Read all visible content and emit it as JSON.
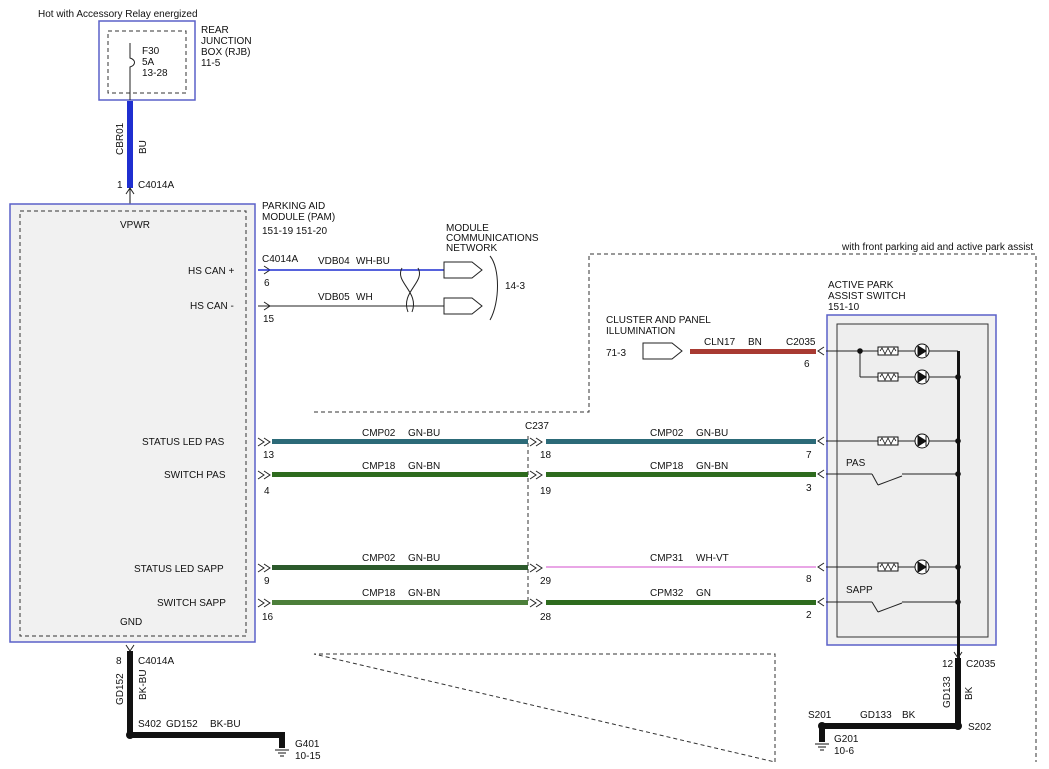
{
  "top": {
    "hot_label": "Hot with Accessory Relay energized",
    "fuse": {
      "id": "F30",
      "amp": "5A",
      "ref": "13-28"
    },
    "rjb": {
      "line1": "REAR",
      "line2": "JUNCTION",
      "line3": "BOX (RJB)",
      "ref": "11-5"
    },
    "wire_cbr": {
      "circuit": "CBR01",
      "color": "BU"
    },
    "pin_c4014a": {
      "pin": "1",
      "conn": "C4014A"
    }
  },
  "pam": {
    "title1": "PARKING AID",
    "title2": "MODULE (PAM)",
    "refs": "151-19   151-20",
    "vpwr": "VPWR",
    "gnd": "GND",
    "pins": [
      {
        "label": "HS CAN +",
        "pin": "6"
      },
      {
        "label": "HS CAN -",
        "pin": "15"
      },
      {
        "label": "STATUS LED PAS",
        "pin": "13"
      },
      {
        "label": "SWITCH PAS",
        "pin": "4"
      },
      {
        "label": "STATUS LED SAPP",
        "pin": "9"
      },
      {
        "label": "SWITCH SAPP",
        "pin": "16"
      }
    ],
    "can_conn": "C4014A"
  },
  "network": {
    "line1": "MODULE",
    "line2": "COMMUNICATIONS",
    "line3": "NETWORK",
    "ref": "14-3",
    "wire_hi": {
      "circuit": "VDB04",
      "color": "WH-BU"
    },
    "wire_lo": {
      "circuit": "VDB05",
      "color": "WH"
    }
  },
  "option_label": "with front parking aid and active park assist",
  "cluster": {
    "line1": "CLUSTER AND PANEL",
    "line2": "ILLUMINATION",
    "ref": "71-3",
    "circuit": "CLN17",
    "color": "BN",
    "conn": "C2035",
    "pin": "6"
  },
  "switch": {
    "line1": "ACTIVE PARK",
    "line2": "ASSIST SWITCH",
    "ref": "151-10",
    "pas": "PAS",
    "sapp": "SAPP"
  },
  "c237": "C237",
  "wires": [
    {
      "left_circuit": "CMP02",
      "left_color": "GN-BU",
      "c237_pin": "18",
      "right_circuit": "CMP02",
      "right_color": "GN-BU",
      "sw_pin": "7"
    },
    {
      "left_circuit": "CMP18",
      "left_color": "GN-BN",
      "c237_pin": "19",
      "right_circuit": "CMP18",
      "right_color": "GN-BN",
      "sw_pin": "3"
    },
    {
      "left_circuit": "CMP02",
      "left_color": "GN-BU",
      "c237_pin": "29",
      "right_circuit": "CMP31",
      "right_color": "WH-VT",
      "sw_pin": "8"
    },
    {
      "left_circuit": "CMP18",
      "left_color": "GN-BN",
      "c237_pin": "28",
      "right_circuit": "CPM32",
      "right_color": "GN",
      "sw_pin": "2"
    }
  ],
  "ground_left": {
    "pin": "8",
    "conn": "C4014A",
    "circuit": "GD152",
    "color": "BK-BU",
    "splice": "S402",
    "run_circuit": "GD152",
    "run_color": "BK-BU",
    "ground": "G401",
    "ground_ref": "10-15"
  },
  "ground_right": {
    "pin": "12",
    "conn": "C2035",
    "circuit": "GD133",
    "color": "BK",
    "splice": "S202",
    "splice_left": "S201",
    "run_circuit": "GD133",
    "run_color": "BK",
    "ground": "G201",
    "ground_ref": "10-6"
  },
  "colors": {
    "blue": "#1f2fd0",
    "green": "#2e6b1e",
    "teal": "#2c6a78",
    "brown": "#a83a32",
    "pink": "#e9a6e6",
    "black": "#111111",
    "box_border": "#5a60c8"
  }
}
